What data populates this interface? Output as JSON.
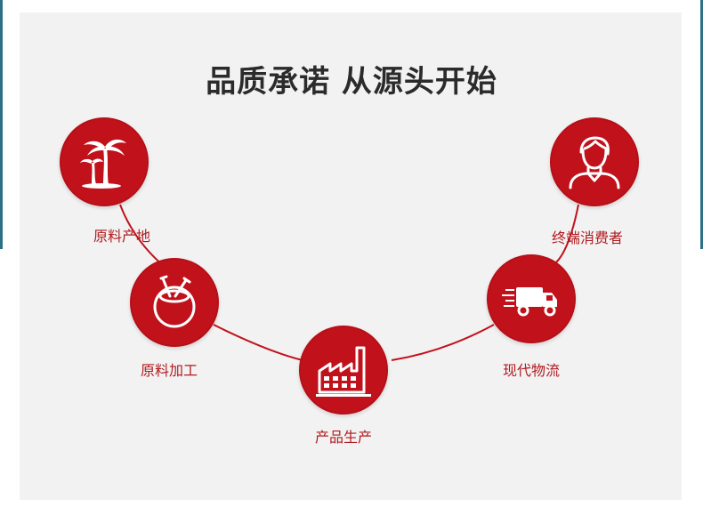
{
  "title": "品质承诺 从源头开始",
  "steps": [
    {
      "label": "原料产地",
      "icon": "palm-tree-icon"
    },
    {
      "label": "原料加工",
      "icon": "coconut-icon"
    },
    {
      "label": "产品生产",
      "icon": "factory-icon"
    },
    {
      "label": "现代物流",
      "icon": "delivery-truck-icon"
    },
    {
      "label": "终端消费者",
      "icon": "person-icon"
    }
  ],
  "colors": {
    "accent": "#c1121c",
    "label": "#b01a1f",
    "title": "#2b2b2b",
    "panel": "#f3f2f2"
  }
}
